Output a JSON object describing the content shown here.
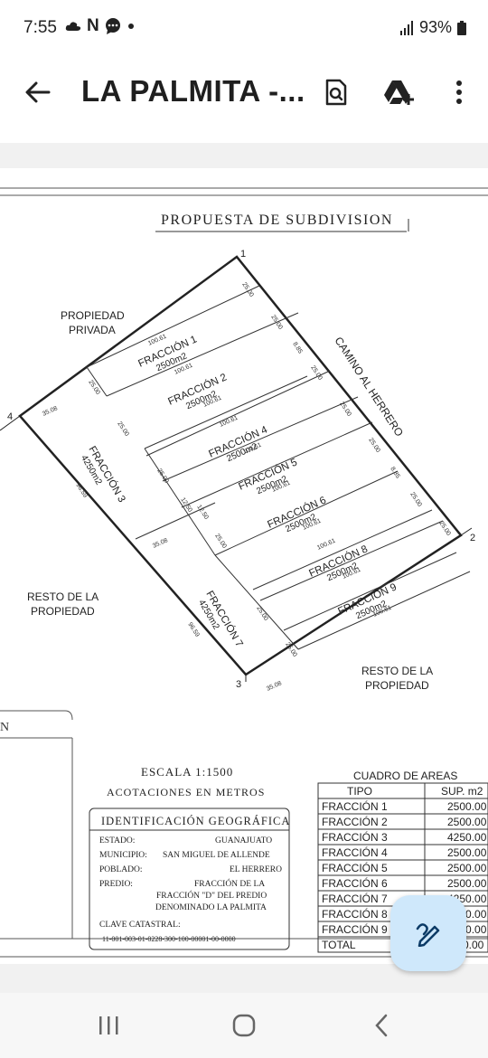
{
  "status": {
    "time": "7:55",
    "notif_icons": [
      "cloud-icon",
      "n-icon",
      "chat-icon",
      "dot-icon"
    ],
    "battery": "93%"
  },
  "app_bar": {
    "title": "LA PALMITA -...",
    "back_icon": "arrow-left-icon",
    "search_icon": "doc-search-icon",
    "drive_icon": "drive-add-icon",
    "menu_icon": "more-vert-icon"
  },
  "plan": {
    "title": "PROPUESTA DE SUBDIVISION",
    "vertices": [
      "1",
      "2",
      "3",
      "4"
    ],
    "neighbors": {
      "propiedad_privada": [
        "PROPIEDAD",
        "PRIVADA"
      ],
      "camino": "CAMINO AL HERRERO",
      "resto_left": [
        "RESTO DE LA",
        "PROPIEDAD"
      ],
      "resto_right": [
        "RESTO DE LA",
        "PROPIEDAD"
      ]
    },
    "fractions": [
      {
        "name": "FRACCIÓN 1",
        "area": "2500m2"
      },
      {
        "name": "FRACCIÓN 2",
        "area": "2500m2"
      },
      {
        "name": "FRACCIÓN 3",
        "area": "4250m2"
      },
      {
        "name": "FRACCIÓN 4",
        "area": "2500m2"
      },
      {
        "name": "FRACCIÓN 5",
        "area": "2500m2"
      },
      {
        "name": "FRACCIÓN 6",
        "area": "2500m2"
      },
      {
        "name": "FRACCIÓN 7",
        "area": "4250m2"
      },
      {
        "name": "FRACCIÓN 8",
        "area": "2500m2"
      },
      {
        "name": "FRACCIÓN 9",
        "area": "2500m2"
      }
    ],
    "dims": {
      "d100": "100.61",
      "d25": "25.00",
      "d35": "35.08",
      "d96": "96.59",
      "d12": "12.50",
      "d885": "8.85"
    },
    "left_fragment": "N"
  },
  "scale": {
    "escala": "ESCALA 1:1500",
    "acotaciones": "ACOTACIONES EN METROS"
  },
  "geo": {
    "title": "IDENTIFICACIÓN GEOGRÁFICA",
    "estado_label": "ESTADO:",
    "estado": "GUANAJUATO",
    "municipio_label": "MUNICIPIO:",
    "municipio": "SAN MIGUEL DE ALLENDE",
    "poblado_label": "POBLADO:",
    "poblado": "EL HERRERO",
    "predio_label": "PREDIO:",
    "predio_1": "FRACCIÓN DE LA",
    "predio_2": "FRACCIÓN \"D\" DEL PREDIO",
    "predio_3": "DENOMINADO LA PALMITA",
    "clave_label": "CLAVE CATASTRAL:",
    "clave": "11-001-003-01-0228-300-100-00001-00-0000"
  },
  "areas_table": {
    "title": "CUADRO DE AREAS",
    "headers": [
      "TIPO",
      "SUP. m2"
    ],
    "rows": [
      [
        "FRACCIÓN 1",
        "2500.00"
      ],
      [
        "FRACCIÓN 2",
        "2500.00"
      ],
      [
        "FRACCIÓN 3",
        "4250.00"
      ],
      [
        "FRACCIÓN 4",
        "2500.00"
      ],
      [
        "FRACCIÓN 5",
        "2500.00"
      ],
      [
        "FRACCIÓN 6",
        "2500.00"
      ],
      [
        "FRACCIÓN 7",
        "4250.00"
      ],
      [
        "FRACCIÓN 8",
        "2500.00"
      ],
      [
        "FRACCIÓN 9",
        "2500.00"
      ]
    ],
    "total_label": "TOTAL",
    "total_value": "0.00"
  },
  "fab": {
    "icon": "pen-edit-icon",
    "color": "#cfe8fb"
  },
  "nav": {
    "recent": "recent-apps-icon",
    "home": "home-icon",
    "back": "back-chevron-icon"
  }
}
